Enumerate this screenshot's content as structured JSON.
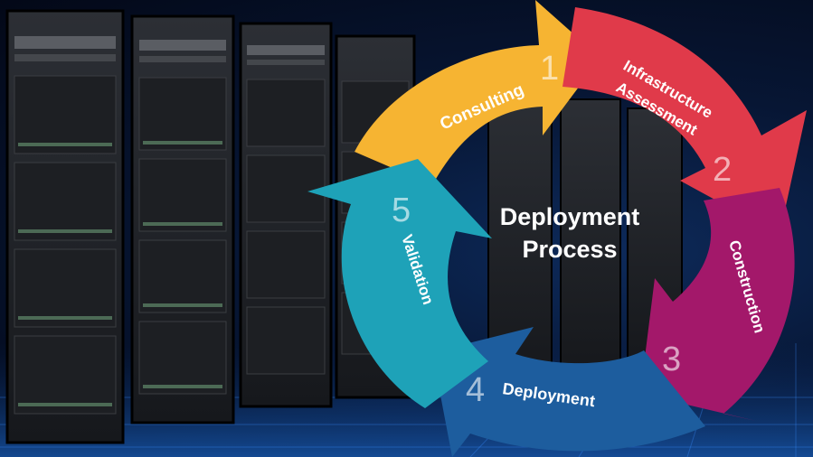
{
  "diagram": {
    "title_line1": "Deployment",
    "title_line2": "Process",
    "steps": [
      {
        "number": "1",
        "label": "Consulting",
        "color": "#f6b432"
      },
      {
        "number": "2",
        "label_line1": "Infrastructure",
        "label_line2": "Assessment",
        "color": "#e03a4a"
      },
      {
        "number": "3",
        "label": "Construction",
        "color": "#a3186a"
      },
      {
        "number": "4",
        "label": "Deployment",
        "color": "#1d5d9e"
      },
      {
        "number": "5",
        "label": "Validation",
        "color": "#1ea2b8"
      }
    ]
  },
  "background": {
    "subject": "server-racks",
    "color": "#071634"
  }
}
